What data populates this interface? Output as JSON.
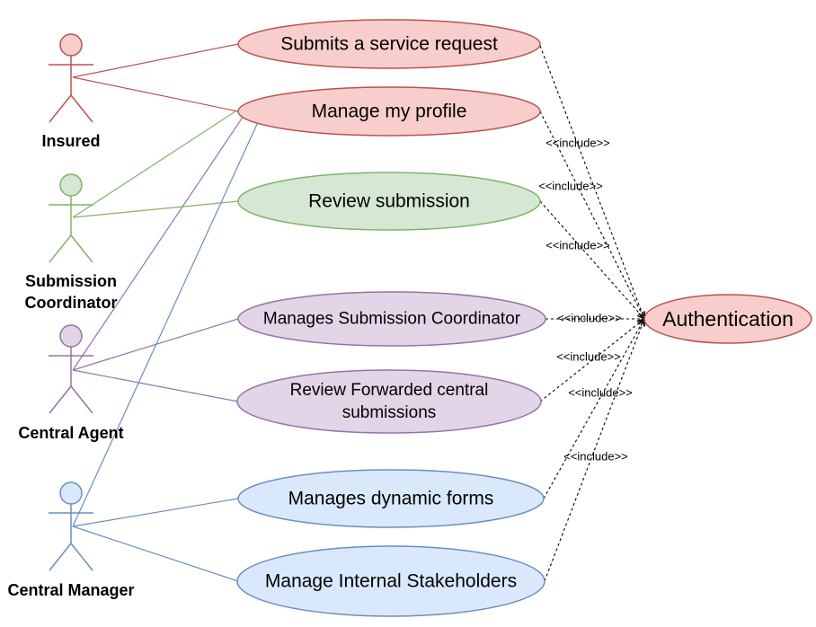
{
  "colors": {
    "insured": {
      "fill": "#f8cecc",
      "stroke": "#b85450"
    },
    "coordinator": {
      "fill": "#d5e8d4",
      "stroke": "#82b366"
    },
    "agent": {
      "fill": "#e1d5e7",
      "stroke": "#9673a6"
    },
    "manager": {
      "fill": "#dae8fc",
      "stroke": "#6c8ebf"
    }
  },
  "actors": [
    {
      "id": "insured",
      "label": [
        "Insured"
      ]
    },
    {
      "id": "coordinator",
      "label": [
        "Submission",
        "Coordinator"
      ]
    },
    {
      "id": "agent",
      "label": [
        "Central Agent"
      ]
    },
    {
      "id": "manager",
      "label": [
        "Central Manager"
      ]
    }
  ],
  "use_cases": [
    {
      "id": "submit",
      "label": [
        "Submits a service request"
      ],
      "group": "insured"
    },
    {
      "id": "profile",
      "label": [
        "Manage my profile"
      ],
      "group": "insured"
    },
    {
      "id": "review",
      "label": [
        "Review submission"
      ],
      "group": "coordinator"
    },
    {
      "id": "manage_coord",
      "label": [
        "Manages Submission Coordinator"
      ],
      "group": "agent"
    },
    {
      "id": "review_fwd",
      "label": [
        "Review Forwarded central",
        "submissions"
      ],
      "group": "agent"
    },
    {
      "id": "forms",
      "label": [
        "Manages dynamic forms"
      ],
      "group": "manager"
    },
    {
      "id": "stakeholders",
      "label": [
        "Manage Internal Stakeholders"
      ],
      "group": "manager"
    },
    {
      "id": "auth",
      "label": [
        "Authentication"
      ],
      "group": "insured"
    }
  ],
  "associations": [
    {
      "actor": "insured",
      "use_case": "submit"
    },
    {
      "actor": "insured",
      "use_case": "profile"
    },
    {
      "actor": "coordinator",
      "use_case": "profile"
    },
    {
      "actor": "coordinator",
      "use_case": "review"
    },
    {
      "actor": "agent",
      "use_case": "profile"
    },
    {
      "actor": "agent",
      "use_case": "manage_coord"
    },
    {
      "actor": "agent",
      "use_case": "review_fwd"
    },
    {
      "actor": "manager",
      "use_case": "profile"
    },
    {
      "actor": "manager",
      "use_case": "forms"
    },
    {
      "actor": "manager",
      "use_case": "stakeholders"
    }
  ],
  "include_label": "<<include>>",
  "includes": [
    {
      "from": "submit",
      "to": "auth"
    },
    {
      "from": "profile",
      "to": "auth"
    },
    {
      "from": "review",
      "to": "auth"
    },
    {
      "from": "manage_coord",
      "to": "auth"
    },
    {
      "from": "review_fwd",
      "to": "auth"
    },
    {
      "from": "forms",
      "to": "auth"
    },
    {
      "from": "stakeholders",
      "to": "auth"
    }
  ],
  "include_labels_shown": 7
}
